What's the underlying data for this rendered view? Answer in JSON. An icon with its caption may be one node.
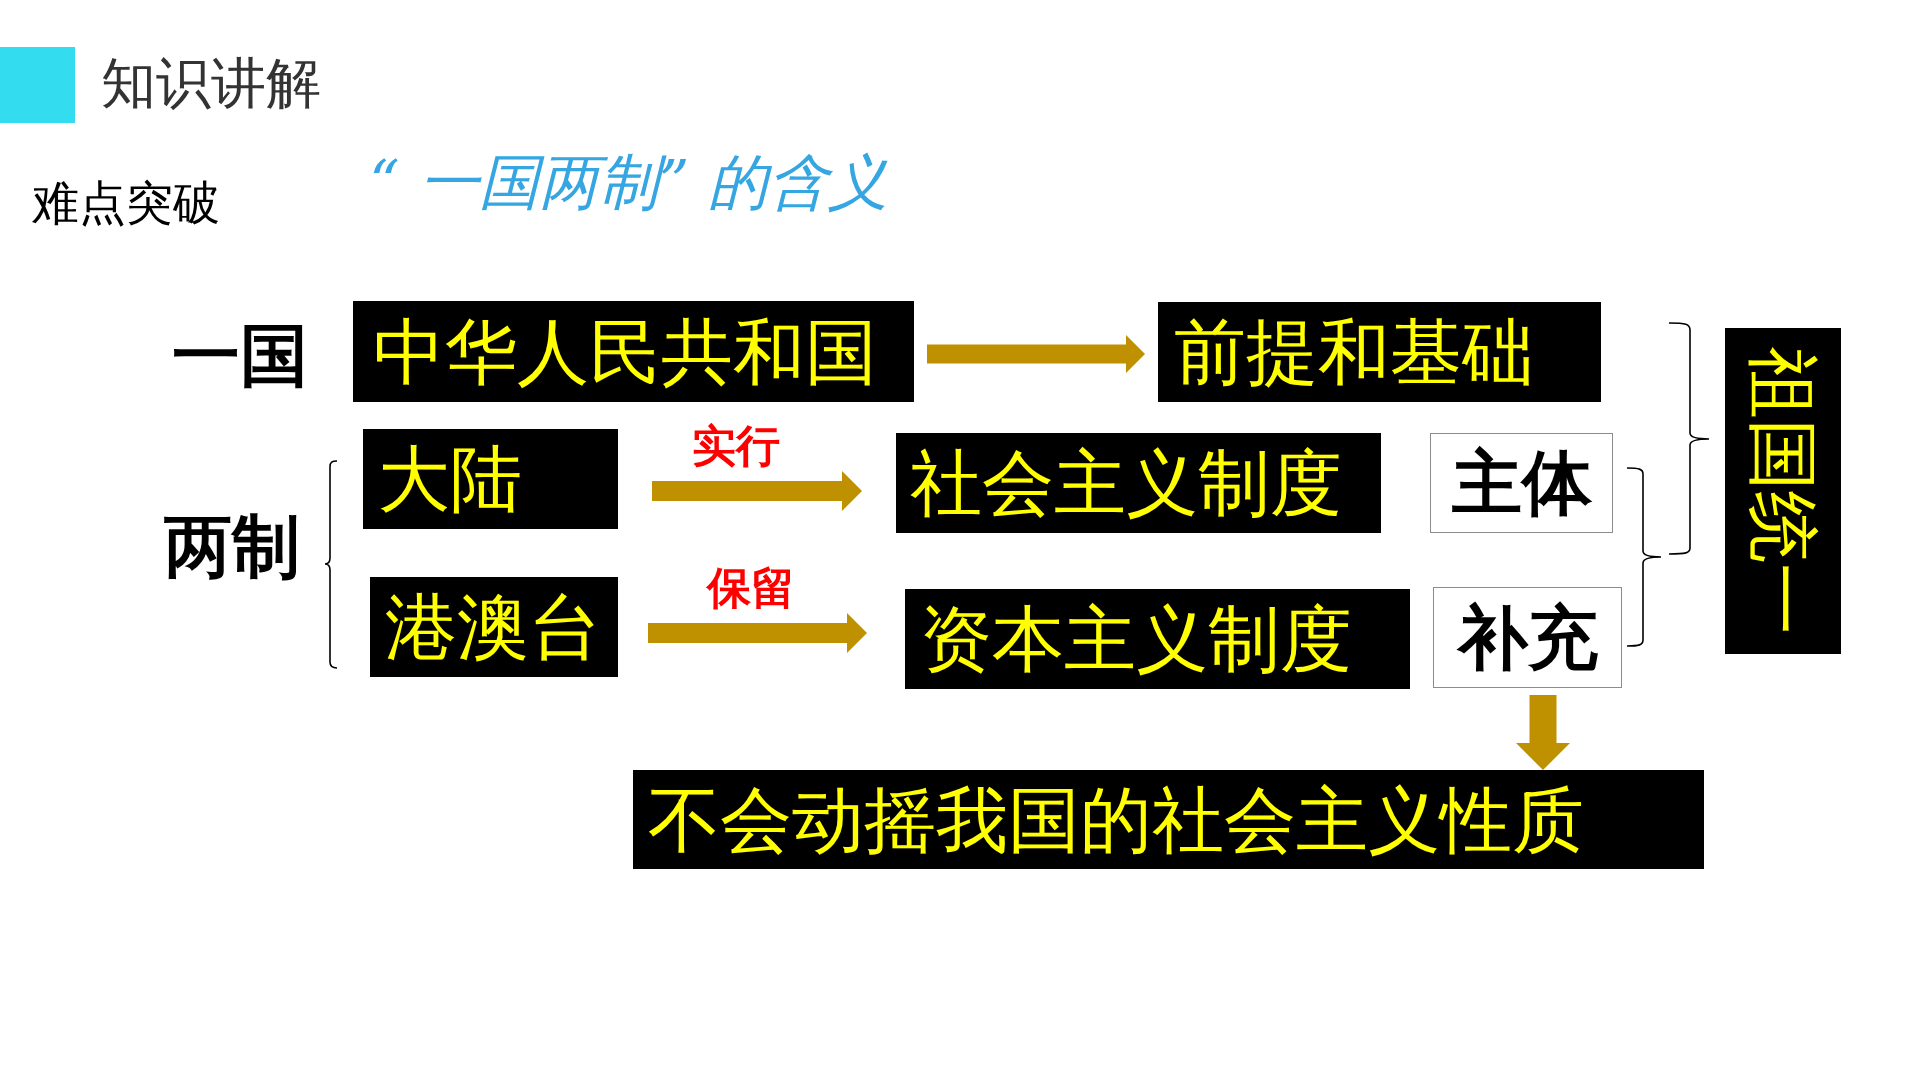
{
  "diagram": {
    "title": "“ 一国两制” 的含义",
    "nodes": [
      {
        "text": [
          "中华人民共和国"
        ]
      },
      {
        "text": [
          "前提和基础"
        ]
      },
      {
        "text": [
          "祖国统一"
        ]
      },
      {
        "text": [
          "大陆"
        ]
      },
      {
        "text": [
          "社会主义制度"
        ]
      },
      {
        "text": [
          "主体"
        ]
      },
      {
        "text": [
          "港澳台"
        ]
      },
      {
        "text": [
          "资本主义制度"
        ]
      },
      {
        "text": [
          "补充"
        ]
      },
      {
        "text": [
          "不会动摇我国的社会主义性质"
        ]
      }
    ],
    "edges": [
      {
        "from": 0,
        "to": 1,
        "arrow": "to"
      },
      {
        "from": 3,
        "to": 4,
        "arrow": "to",
        "label": "实行"
      },
      {
        "from": 6,
        "to": 7,
        "arrow": "to",
        "label": "保留"
      },
      {
        "from": 8,
        "to": 9,
        "arrow": "to"
      }
    ],
    "labels": [
      "知识讲解",
      "难点突破",
      "一国",
      "两制"
    ]
  }
}
